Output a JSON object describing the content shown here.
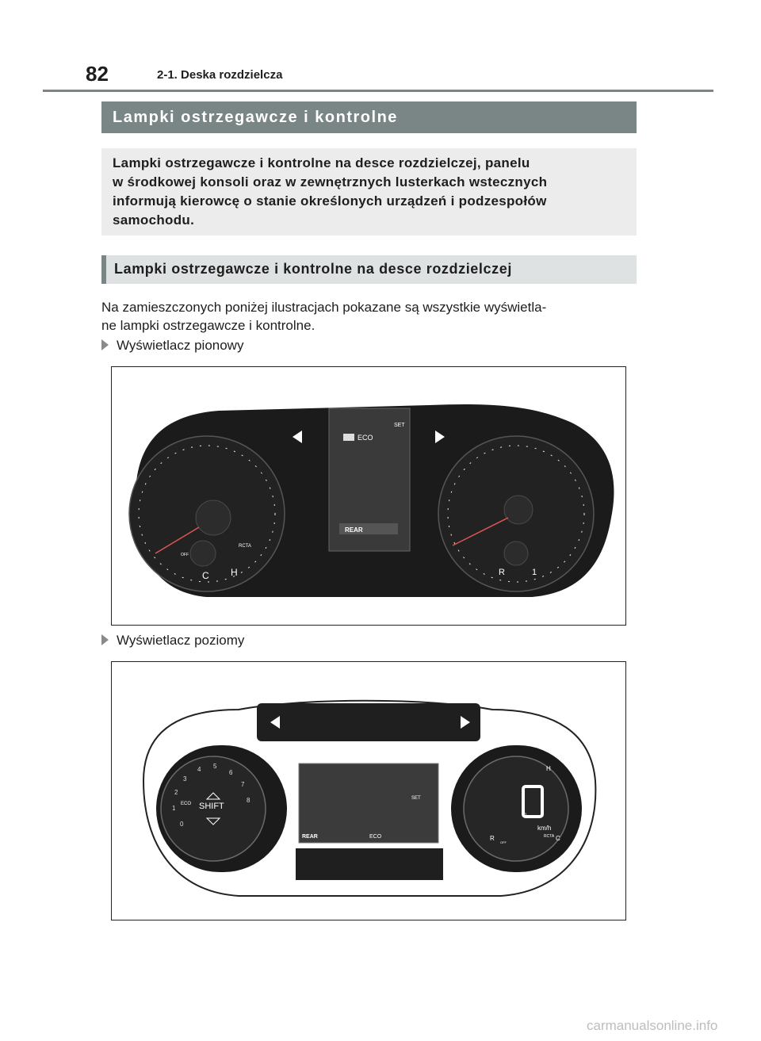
{
  "header": {
    "page_number": "82",
    "section": "2-1. Deska rozdzielcza"
  },
  "title": "Lampki ostrzegawcze i kontrolne",
  "intro": {
    "lines": [
      "Lampki ostrzegawcze i kontrolne na desce rozdzielczej, panelu",
      "w środkowej konsoli oraz w zewnętrznych lusterkach wstecznych",
      "informują kierowcę o stanie określonych urządzeń i podzespołów",
      "samochodu."
    ]
  },
  "subheading": "Lampki ostrzegawcze i kontrolne na desce rozdzielczej",
  "body": {
    "lines": [
      "Na zamieszczonych poniżej ilustracjach pokazane są wszystkie wyświetla-",
      "ne lampki ostrzegawcze i kontrolne."
    ]
  },
  "figures": [
    {
      "caption": "Wyświetlacz pionowy",
      "labels": {
        "eco": "ECO",
        "set": "SET",
        "rear": "REAR",
        "off": "OFF",
        "rcta": "RCTA",
        "c": "C",
        "h": "H",
        "r": "R",
        "gear1": "1"
      }
    },
    {
      "caption": "Wyświetlacz poziomy",
      "labels": {
        "shift": "SHIFT",
        "eco": "ECO",
        "set": "SET",
        "rear": "REAR",
        "kmh": "km/h",
        "off": "OFF",
        "rcta": "RCTA",
        "c": "C",
        "h": "H",
        "r": "R",
        "digit": "0",
        "ticks": [
          "0",
          "1",
          "2",
          "3",
          "4",
          "5",
          "6",
          "7",
          "8"
        ]
      }
    }
  ],
  "watermark": "carmanualsonline.info",
  "colors": {
    "title_bar": "#7a8585",
    "intro_bg": "#ececec",
    "sub_bar": "#dfe2e2",
    "dash": "#1a1a1a"
  }
}
